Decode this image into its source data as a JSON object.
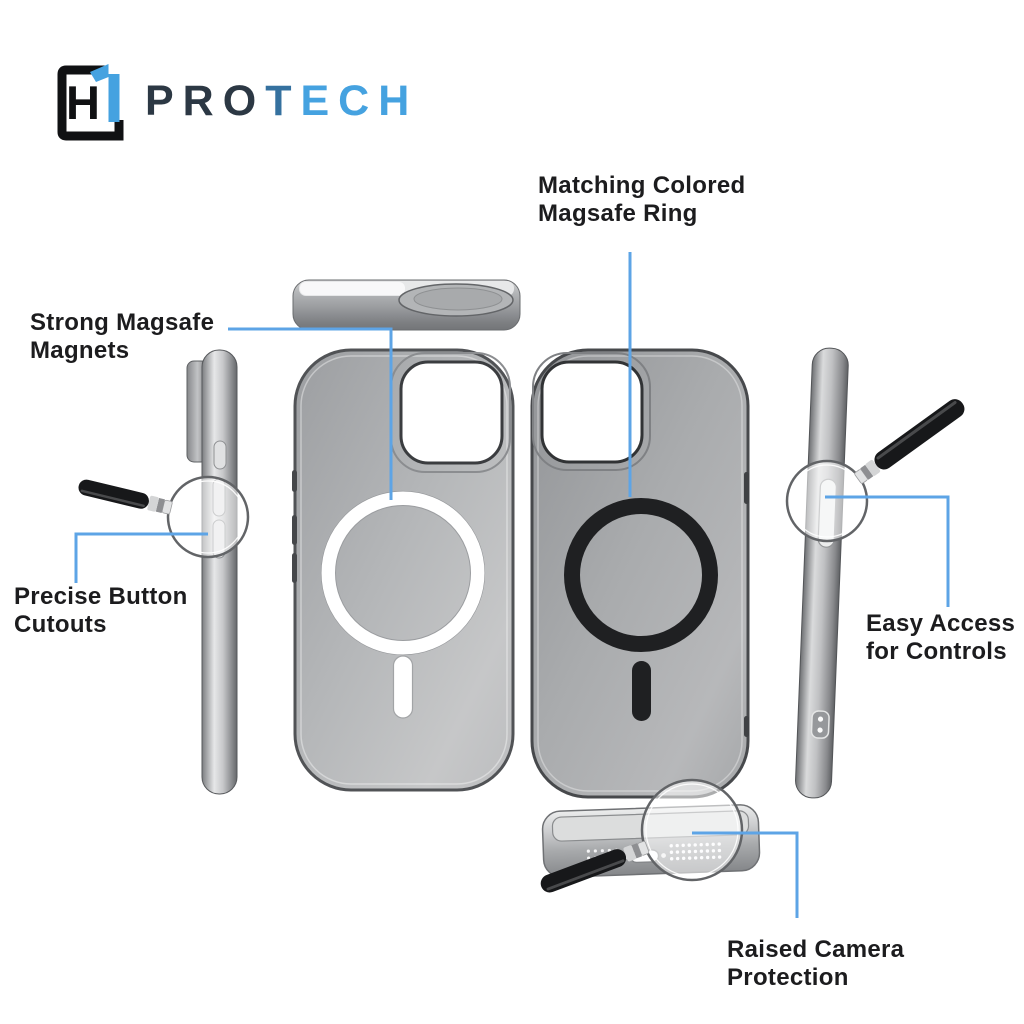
{
  "brand": {
    "mark_letter": "H",
    "word_part_dark": "PRO",
    "word_part_mid": "T",
    "word_part_blue": "ECH"
  },
  "callouts": {
    "magsafe_ring": {
      "line1": "Matching Colored",
      "line2": "Magsafe Ring"
    },
    "magnets": {
      "line1": "Strong Magsafe",
      "line2": "Magnets"
    },
    "button_cutouts": {
      "line1": "Precise Button",
      "line2": "Cutouts"
    },
    "controls": {
      "line1": "Easy Access",
      "line2": "for Controls"
    },
    "camera": {
      "line1": "Raised Camera",
      "line2": "Protection"
    }
  },
  "colors": {
    "accent_blue": "#5da4e6",
    "logo_black": "#101113",
    "logo_dark_text": "#2c3844",
    "logo_mid_blue": "#35719f",
    "logo_blue": "#45a2e0",
    "label_text": "#1c1c1e",
    "case_gray": "#aaacae",
    "ring_white": "#ffffff",
    "ring_black": "#1f2022"
  }
}
